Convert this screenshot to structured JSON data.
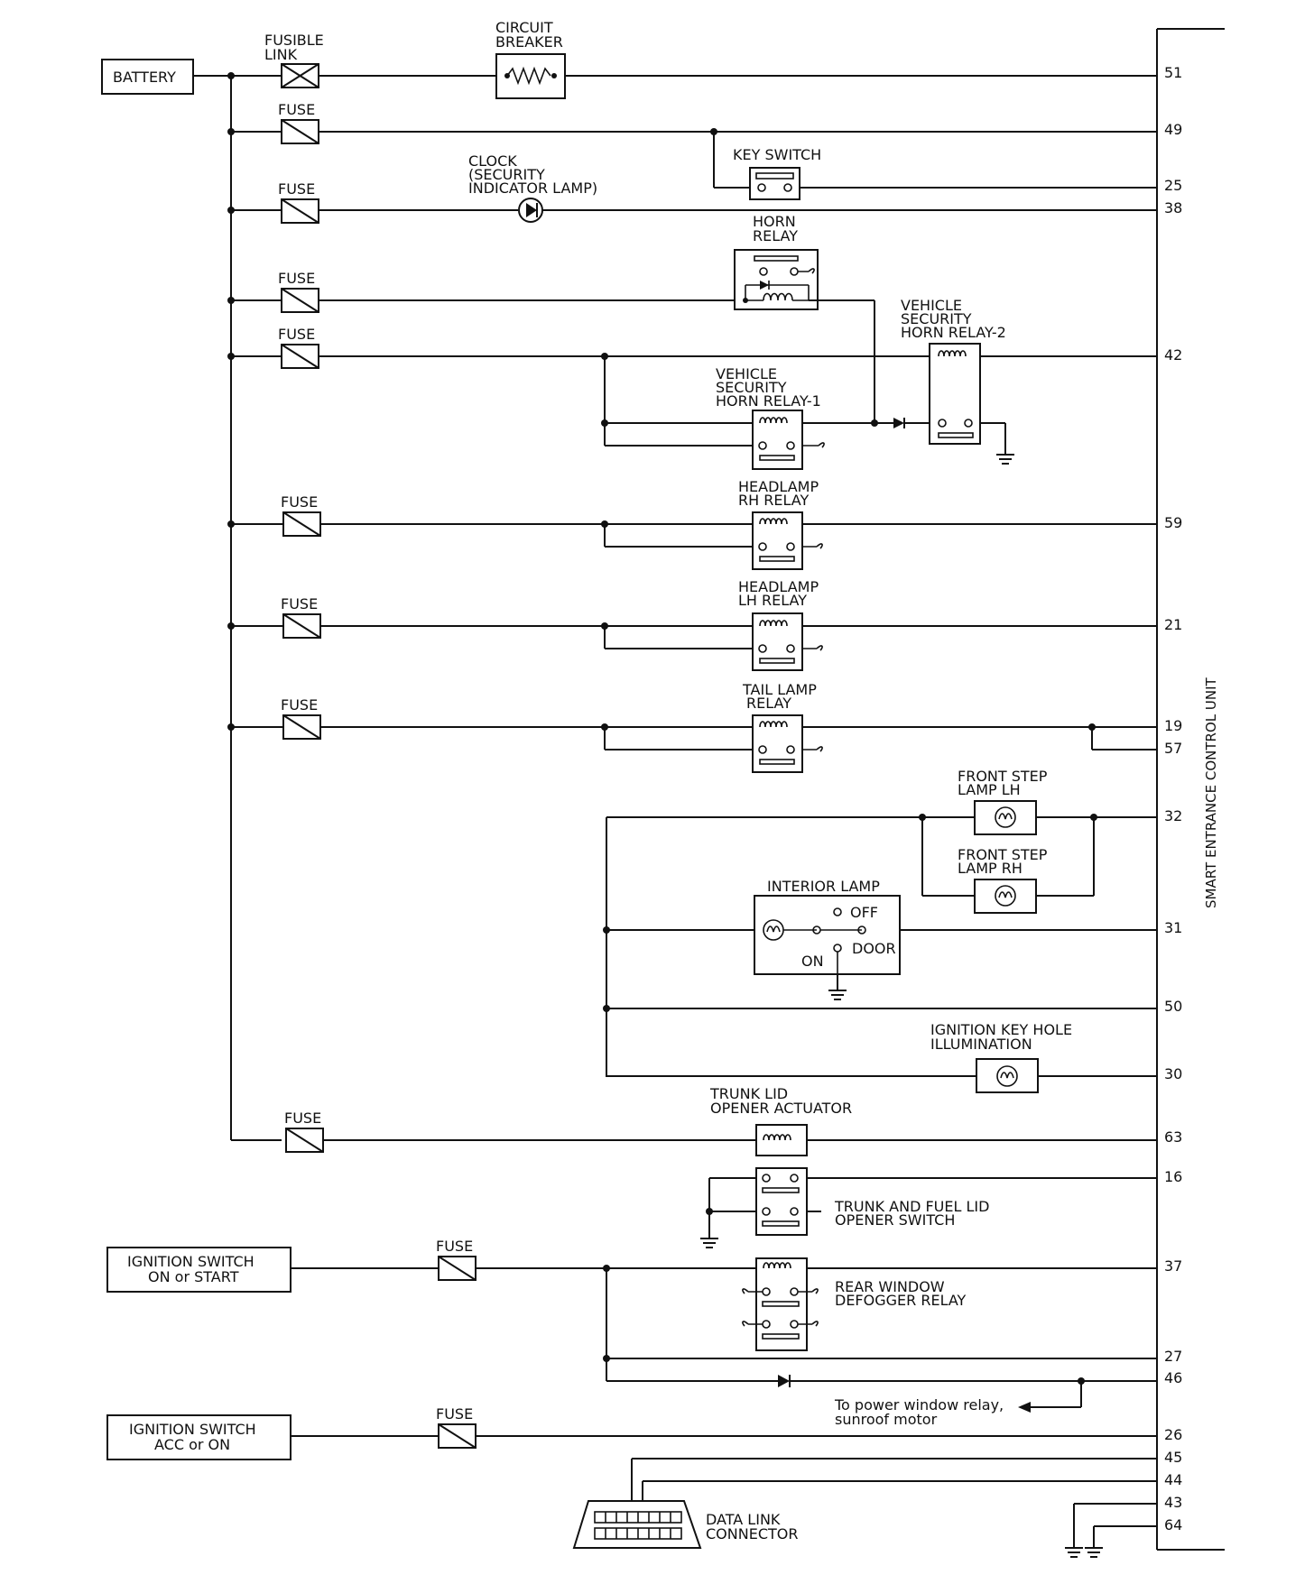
{
  "title": "",
  "unit_label": "SMART ENTRANCE CONTROL UNIT",
  "sources": {
    "battery": "BATTERY",
    "ign_on_start": [
      "IGNITION SWITCH",
      "ON or START"
    ],
    "ign_acc_on": [
      "IGNITION SWITCH",
      "ACC or ON"
    ]
  },
  "labels": {
    "fusible_link": [
      "FUSIBLE",
      "LINK"
    ],
    "circuit_breaker": [
      "CIRCUIT",
      "BREAKER"
    ],
    "fuse": "FUSE",
    "key_switch": "KEY SWITCH",
    "clock": [
      "CLOCK",
      "(SECURITY",
      "INDICATOR LAMP)"
    ],
    "horn_relay": [
      "HORN",
      "RELAY"
    ],
    "vsh_relay2": [
      "VEHICLE",
      "SECURITY",
      "HORN RELAY-2"
    ],
    "vsh_relay1": [
      "VEHICLE",
      "SECURITY",
      "HORN RELAY-1"
    ],
    "headlamp_rh": [
      "HEADLAMP",
      "RH RELAY"
    ],
    "headlamp_lh": [
      "HEADLAMP",
      "LH RELAY"
    ],
    "tail_lamp": [
      "TAIL LAMP",
      "RELAY"
    ],
    "front_step_lh": [
      "FRONT STEP",
      "LAMP LH"
    ],
    "front_step_rh": [
      "FRONT STEP",
      "LAMP RH"
    ],
    "interior_lamp": "INTERIOR LAMP",
    "interior_off": "OFF",
    "interior_on": "ON",
    "interior_door": "DOOR",
    "ign_key_hole": [
      "IGNITION KEY HOLE",
      "ILLUMINATION"
    ],
    "trunk_actuator": [
      "TRUNK LID",
      "OPENER ACTUATOR"
    ],
    "trunk_fuel_switch": [
      "TRUNK AND FUEL LID",
      "OPENER SWITCH"
    ],
    "rear_defogger": [
      "REAR WINDOW",
      "DEFOGGER RELAY"
    ],
    "power_window_note": [
      "To power window relay,",
      "sunroof motor"
    ],
    "data_link": [
      "DATA LINK",
      "CONNECTOR"
    ]
  },
  "pins": [
    "51",
    "49",
    "25",
    "38",
    "42",
    "59",
    "21",
    "19",
    "57",
    "32",
    "31",
    "50",
    "30",
    "63",
    "16",
    "37",
    "27",
    "46",
    "26",
    "45",
    "44",
    "43",
    "64"
  ]
}
